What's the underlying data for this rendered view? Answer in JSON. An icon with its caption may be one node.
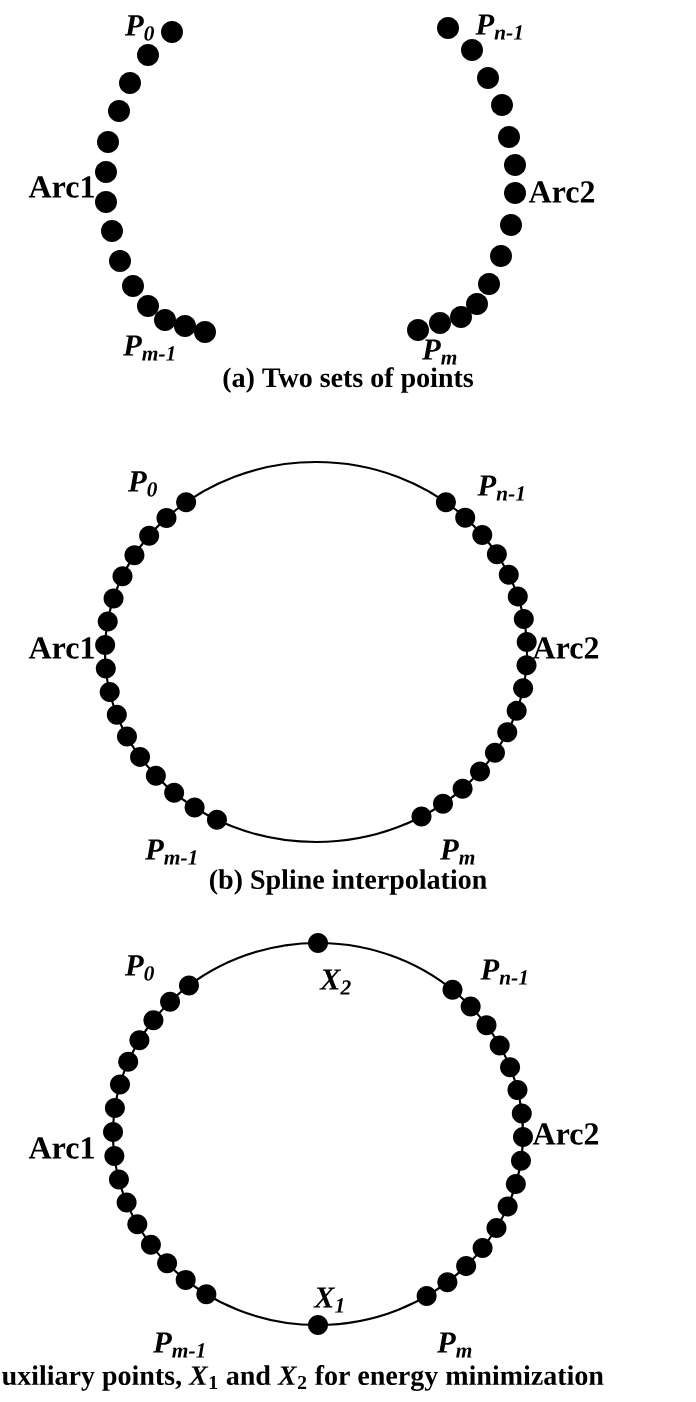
{
  "diagram": {
    "labels": [
      "P$_{0}$",
      "P$_{n-1}$",
      "Arc1",
      "Arc2",
      "P$_{m-1}$",
      "P$_{m}$",
      "(a) Two sets of points",
      "P$_{0}$",
      "P$_{n-1}$",
      "Arc1",
      "Arc2",
      "P$_{m-1}$",
      "P$_{m}$",
      "(b) Spline interpolation",
      "P$_{0}$",
      "X$_{2}$",
      "P$_{n-1}$",
      "Arc1",
      "Arc2",
      "X$_{1}$",
      "P$_{m-1}$",
      "P$_{m}$",
      "uxiliary points, *X*$_{1}$ and *X*$_{2}$ for energy minimization"
    ]
  }
}
